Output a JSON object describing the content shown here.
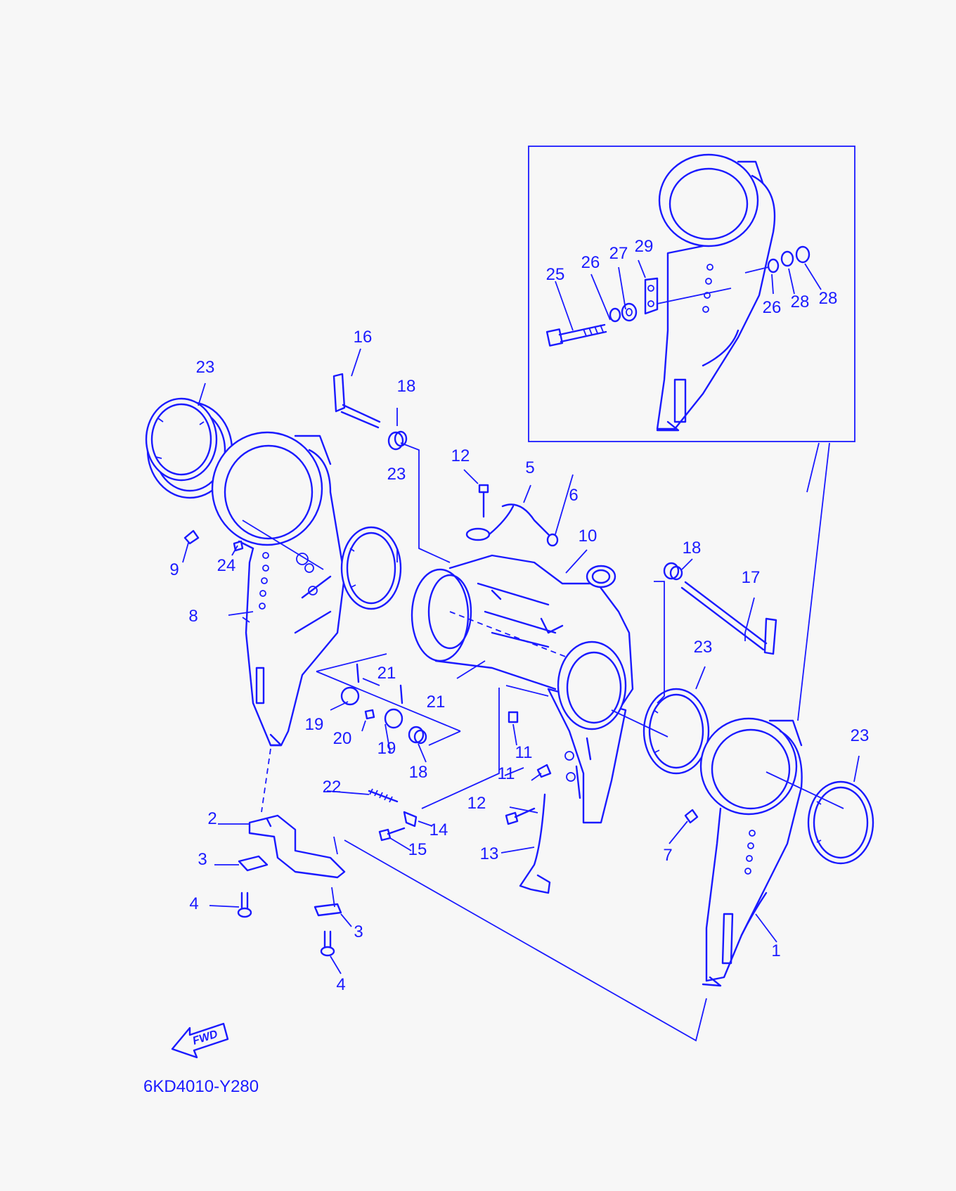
{
  "diagram": {
    "ink_color": "#1a1aff",
    "background_color": "#f7f7f7",
    "drawing_code": "6KD4010-Y280",
    "fwd_label": "FWD",
    "callouts": [
      "1",
      "2",
      "3",
      "3",
      "4",
      "4",
      "5",
      "6",
      "7",
      "8",
      "9",
      "10",
      "11",
      "11",
      "12",
      "12",
      "13",
      "14",
      "15",
      "16",
      "17",
      "18",
      "18",
      "18",
      "19",
      "19",
      "20",
      "21",
      "21",
      "22",
      "23",
      "23",
      "23",
      "23",
      "24",
      "25",
      "26",
      "26",
      "27",
      "28",
      "28",
      "29"
    ]
  }
}
